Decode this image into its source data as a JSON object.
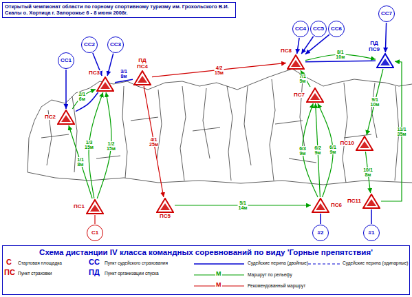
{
  "diagram": {
    "title": "Открытый чемпионат области по горному спортивному туризму им. Грохольского В.И. Скалы о. Хортица г. Запорожье 6 - 8 июня 2008г.",
    "caption": "Схема дистанции IV класса командных соревнований по виду 'Горные препятствия'",
    "nodes": [
      {
        "text": [
          "ПС1"
        ]
      },
      {
        "text": [
          "ПС2"
        ]
      },
      {
        "text": [
          "ПС3"
        ]
      },
      {
        "text": [
          "ПД ПС4"
        ]
      },
      {
        "text": [
          "ПС5"
        ]
      },
      {
        "text": [
          "ПС6"
        ]
      },
      {
        "text": [
          "ПС7"
        ]
      },
      {
        "text": [
          "ПС8"
        ]
      },
      {
        "text": [
          "ПД ПС9"
        ]
      },
      {
        "text": [
          "ПС10"
        ]
      },
      {
        "text": [
          "ПС11"
        ]
      },
      {
        "text": [
          "СС1"
        ]
      },
      {
        "text": [
          "СС2"
        ]
      },
      {
        "text": [
          "СС3"
        ]
      },
      {
        "text": [
          "СС4"
        ]
      },
      {
        "text": [
          "СС5"
        ]
      },
      {
        "text": [
          "СС6"
        ]
      },
      {
        "text": [
          "СС7"
        ]
      },
      {
        "text": [
          "С1"
        ]
      },
      {
        "text": [
          "#2"
        ]
      },
      {
        "text": [
          "#1"
        ]
      }
    ],
    "edges": [
      {
        "from": 0,
        "to": 1,
        "label": "1/1 8м",
        "arrow": "to"
      },
      {
        "from": 0,
        "to": 2,
        "label": "1/2 15м",
        "arrow": "to"
      },
      {
        "from": 0,
        "to": 2,
        "label": "1/3 15м",
        "arrow": "to"
      },
      {
        "from": 1,
        "to": 2,
        "label": "2/1 6м",
        "arrow": "to"
      },
      {
        "from": 1,
        "to": 2,
        "arrow": "none"
      },
      {
        "from": 2,
        "to": 3,
        "label": "3/1 8м",
        "arrow": "none"
      },
      {
        "from": 3,
        "to": 4,
        "label": "4/1 25м",
        "arrow": "to"
      },
      {
        "from": 3,
        "to": 7,
        "label": "4/2 15м",
        "arrow": "to"
      },
      {
        "from": 4,
        "to": 5,
        "label": "5/1 14м",
        "arrow": "to"
      },
      {
        "from": 5,
        "to": 6,
        "label": "6/1 9м",
        "arrow": "to"
      },
      {
        "from": 5,
        "to": 6,
        "label": "6/2 9м",
        "arrow": "to"
      },
      {
        "from": 5,
        "to": 6,
        "label": "6/3 9м",
        "arrow": "to"
      },
      {
        "from": 6,
        "to": 7,
        "label": "7/1 5м",
        "arrow": "to"
      },
      {
        "from": 7,
        "to": 8,
        "label": "8/1 10м",
        "arrow": "to"
      },
      {
        "from": 7,
        "to": 8,
        "arrow": "none"
      },
      {
        "from": 8,
        "to": 9,
        "label": "9/1 10м",
        "arrow": "to"
      },
      {
        "from": 9,
        "to": 10,
        "label": "10/1 8м",
        "arrow": "to"
      },
      {
        "from": 10,
        "to": 8,
        "label": "11/1 35м",
        "arrow": "to"
      },
      {
        "from": 11,
        "to": 1,
        "arrow": "to"
      },
      {
        "from": 12,
        "to": 2,
        "arrow": "to"
      },
      {
        "from": 13,
        "to": 2,
        "arrow": "to"
      },
      {
        "from": 14,
        "to": 7,
        "arrow": "to"
      },
      {
        "from": 15,
        "to": 7,
        "arrow": "to"
      },
      {
        "from": 16,
        "to": 7,
        "arrow": "to"
      },
      {
        "from": 17,
        "to": 8,
        "arrow": "to"
      },
      {
        "from": 18,
        "to": 0,
        "arrow": "none"
      },
      {
        "from": 19,
        "to": 5,
        "arrow": "none"
      },
      {
        "from": 20,
        "to": 10,
        "arrow": "none"
      }
    ],
    "labels": [
      "С",
      "ПС",
      "СС",
      "ПД",
      "М",
      "М"
    ],
    "legend": [
      {
        "text": "Стартовая площадка"
      },
      {
        "text": "Пункт страховки"
      },
      {
        "text": "Пункт судейского страхования"
      },
      {
        "text": "Пункт организации спуска"
      },
      {
        "text": "Судейские перила (двойные)"
      },
      {
        "text": "Судейские перила (одинарные)"
      },
      {
        "text": "Маршрут по рельефу"
      },
      {
        "text": "Рекомендованный маршрут"
      }
    ]
  }
}
